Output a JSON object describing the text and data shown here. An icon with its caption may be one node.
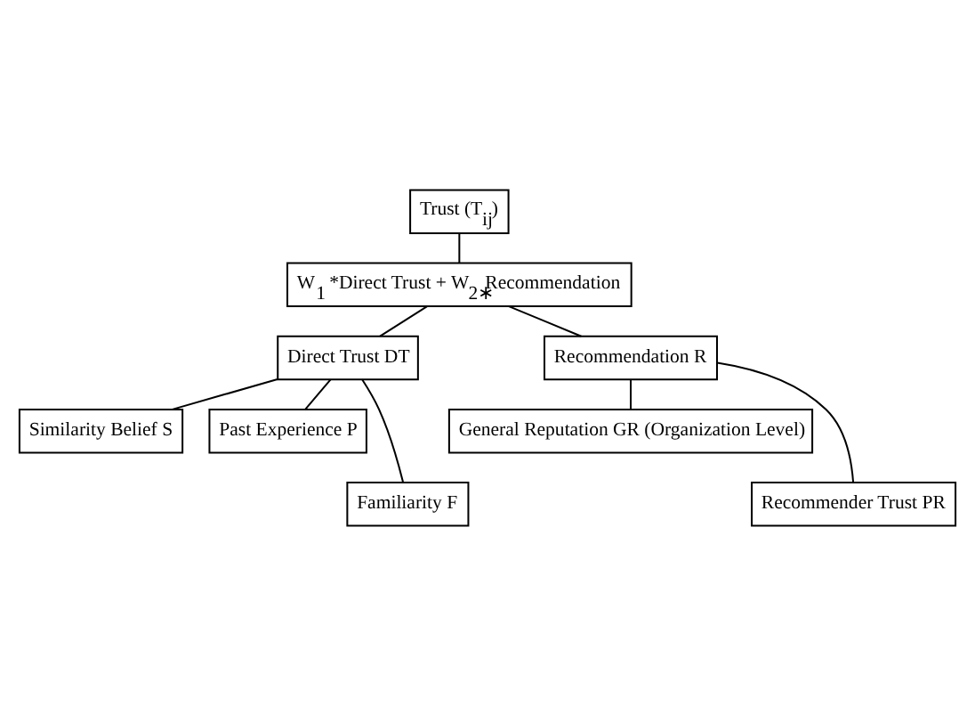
{
  "diagram": {
    "nodes": [
      {
        "text": [
          "Trust (T$_{ij}$)"
        ]
      },
      {
        "text": [
          "W$_{1}$ *Direct Trust + W$_{2∗}$Recommendation"
        ]
      },
      {
        "text": [
          "Direct Trust DT"
        ]
      },
      {
        "text": [
          "Recommendation R"
        ]
      },
      {
        "text": [
          "Similarity Belief S"
        ]
      },
      {
        "text": [
          "Past Experience P"
        ]
      },
      {
        "text": [
          "General Reputation GR (Organization Level)"
        ]
      },
      {
        "text": [
          "Familiarity F"
        ]
      },
      {
        "text": [
          "Recommender Trust PR"
        ]
      }
    ],
    "edges": [
      {
        "from": 0,
        "to": 1,
        "arrow": "none"
      },
      {
        "from": 1,
        "to": 2,
        "arrow": "none"
      },
      {
        "from": 1,
        "to": 3,
        "arrow": "none"
      },
      {
        "from": 2,
        "to": 4,
        "arrow": "none"
      },
      {
        "from": 2,
        "to": 7,
        "arrow": "none"
      },
      {
        "from": 2,
        "to": 5,
        "arrow": "none"
      },
      {
        "from": 3,
        "to": 8,
        "arrow": "none"
      },
      {
        "from": 3,
        "to": 6,
        "arrow": "none"
      }
    ]
  }
}
